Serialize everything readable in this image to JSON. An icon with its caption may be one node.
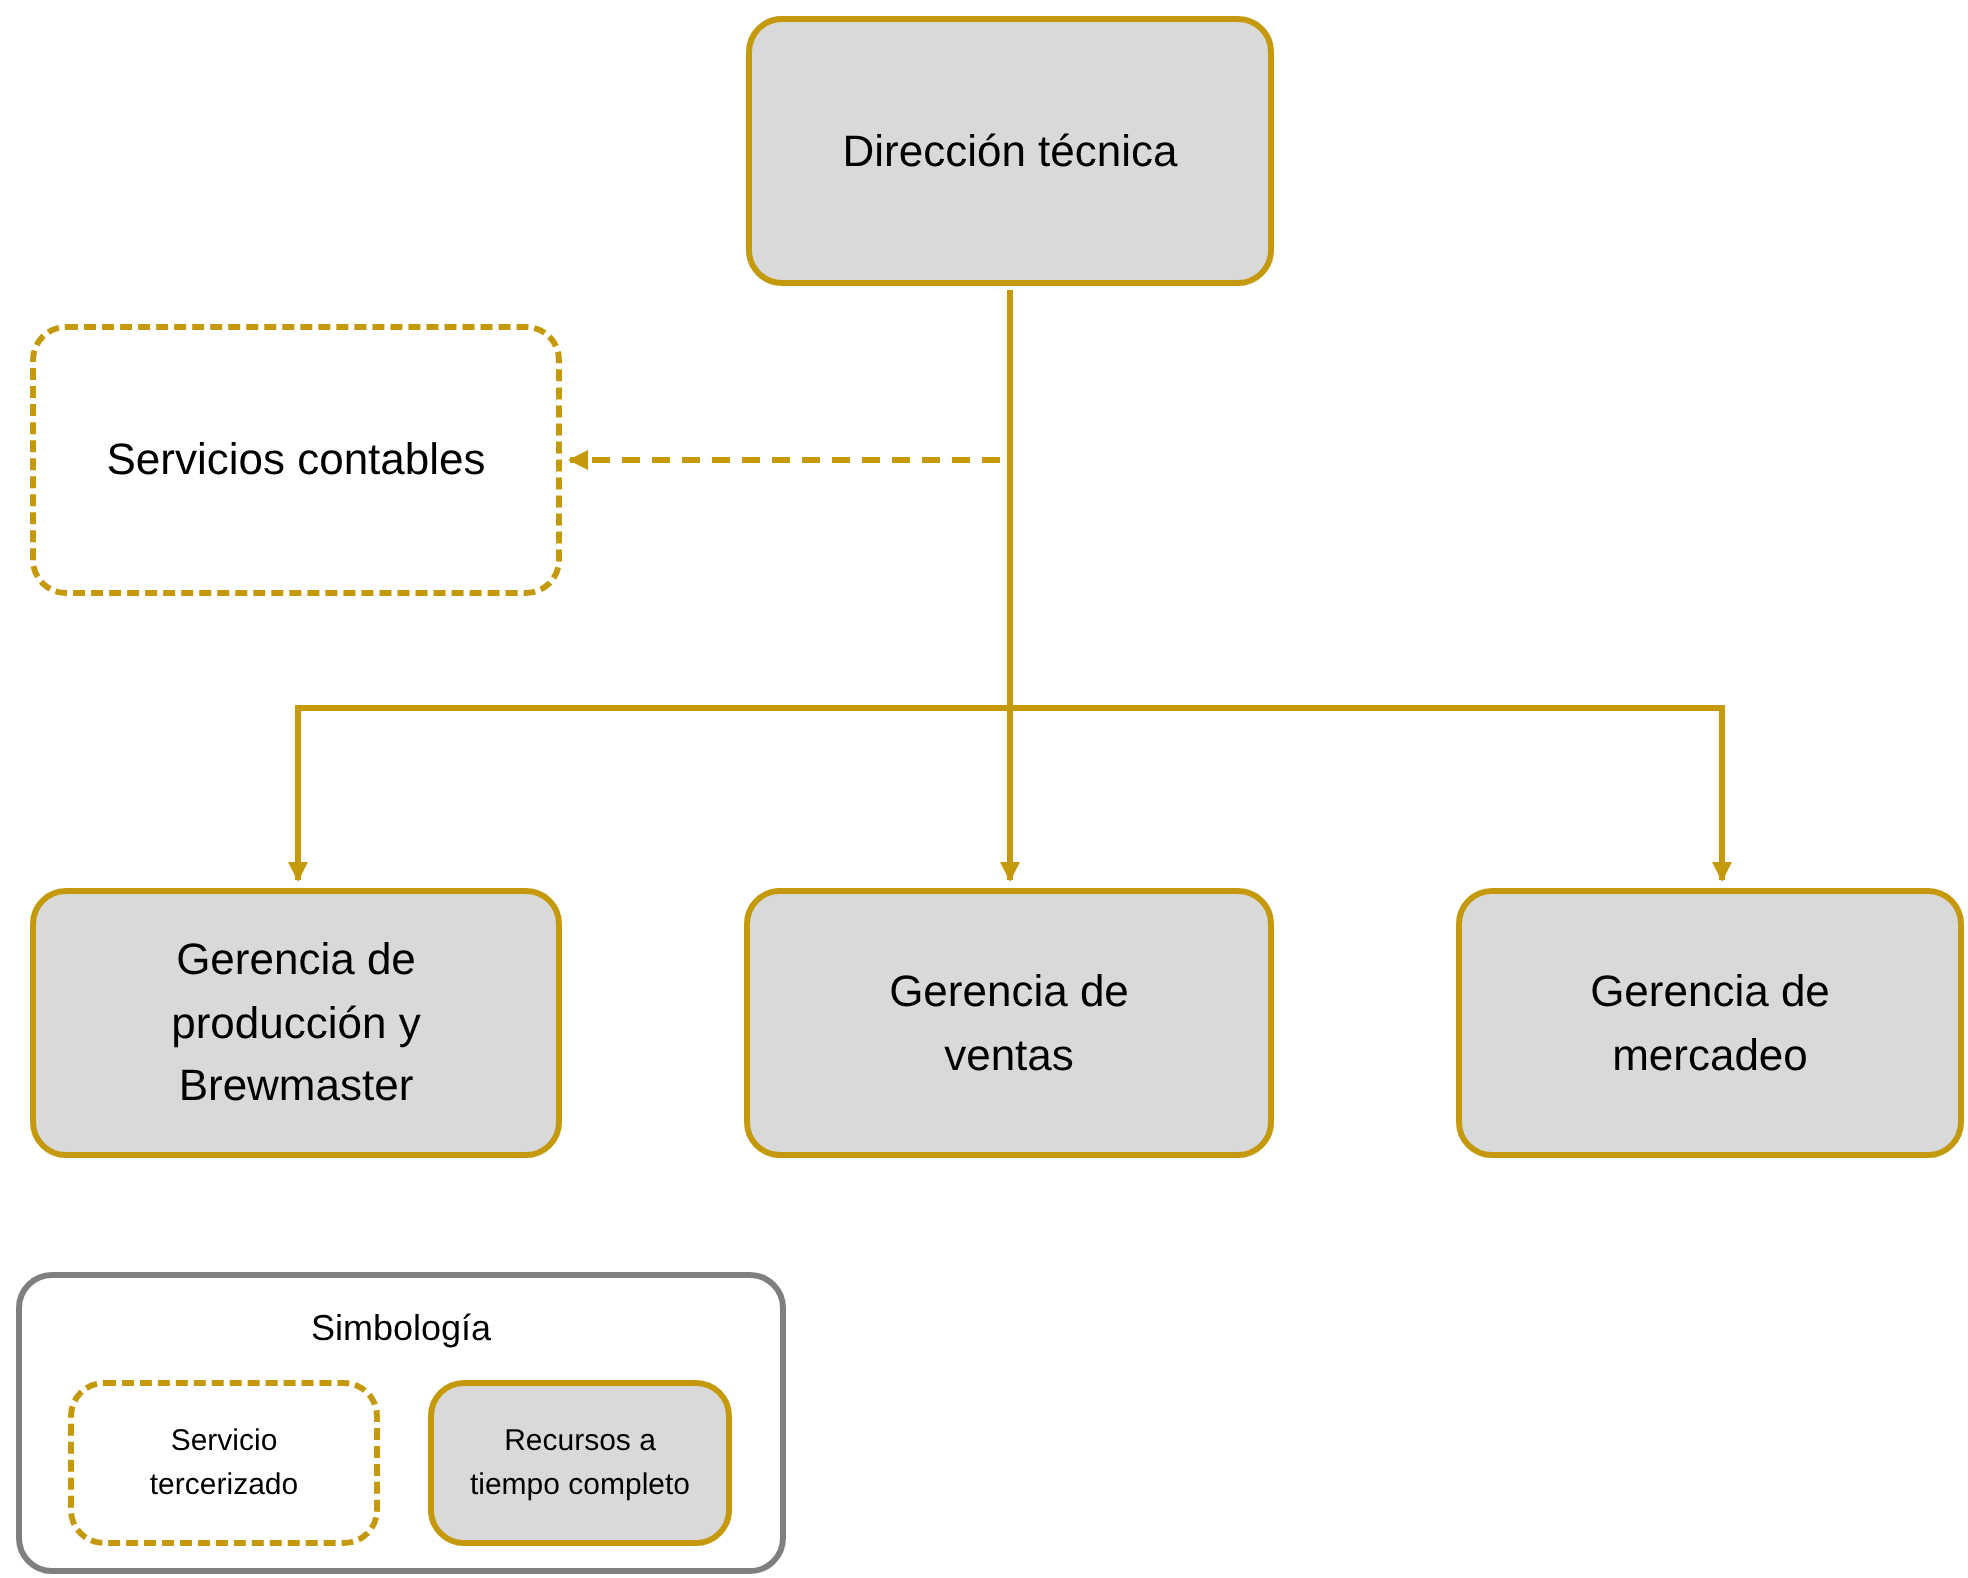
{
  "diagram": {
    "nodes": [
      {
        "text": [
          "Dirección técnica"
        ]
      },
      {
        "text": [
          "Servicios contables"
        ]
      },
      {
        "text": [
          "Gerencia de producción y Brewmaster"
        ]
      },
      {
        "text": [
          "Gerencia de ventas"
        ]
      },
      {
        "text": [
          "Gerencia de mercadeo"
        ]
      },
      {
        "text": [
          "Simbología"
        ]
      },
      {
        "text": [
          "Servicio tercerizado"
        ],
        "in": 5
      },
      {
        "text": [
          "Recursos a tiempo completo"
        ],
        "in": 5
      }
    ],
    "edges": [
      {
        "from": 0,
        "to": 1,
        "arrow": "to",
        "style": "dashed"
      },
      {
        "from": 0,
        "to": 2,
        "arrow": "to"
      },
      {
        "from": 0,
        "to": 3,
        "arrow": "to"
      },
      {
        "from": 0,
        "to": 4,
        "arrow": "to"
      }
    ]
  }
}
